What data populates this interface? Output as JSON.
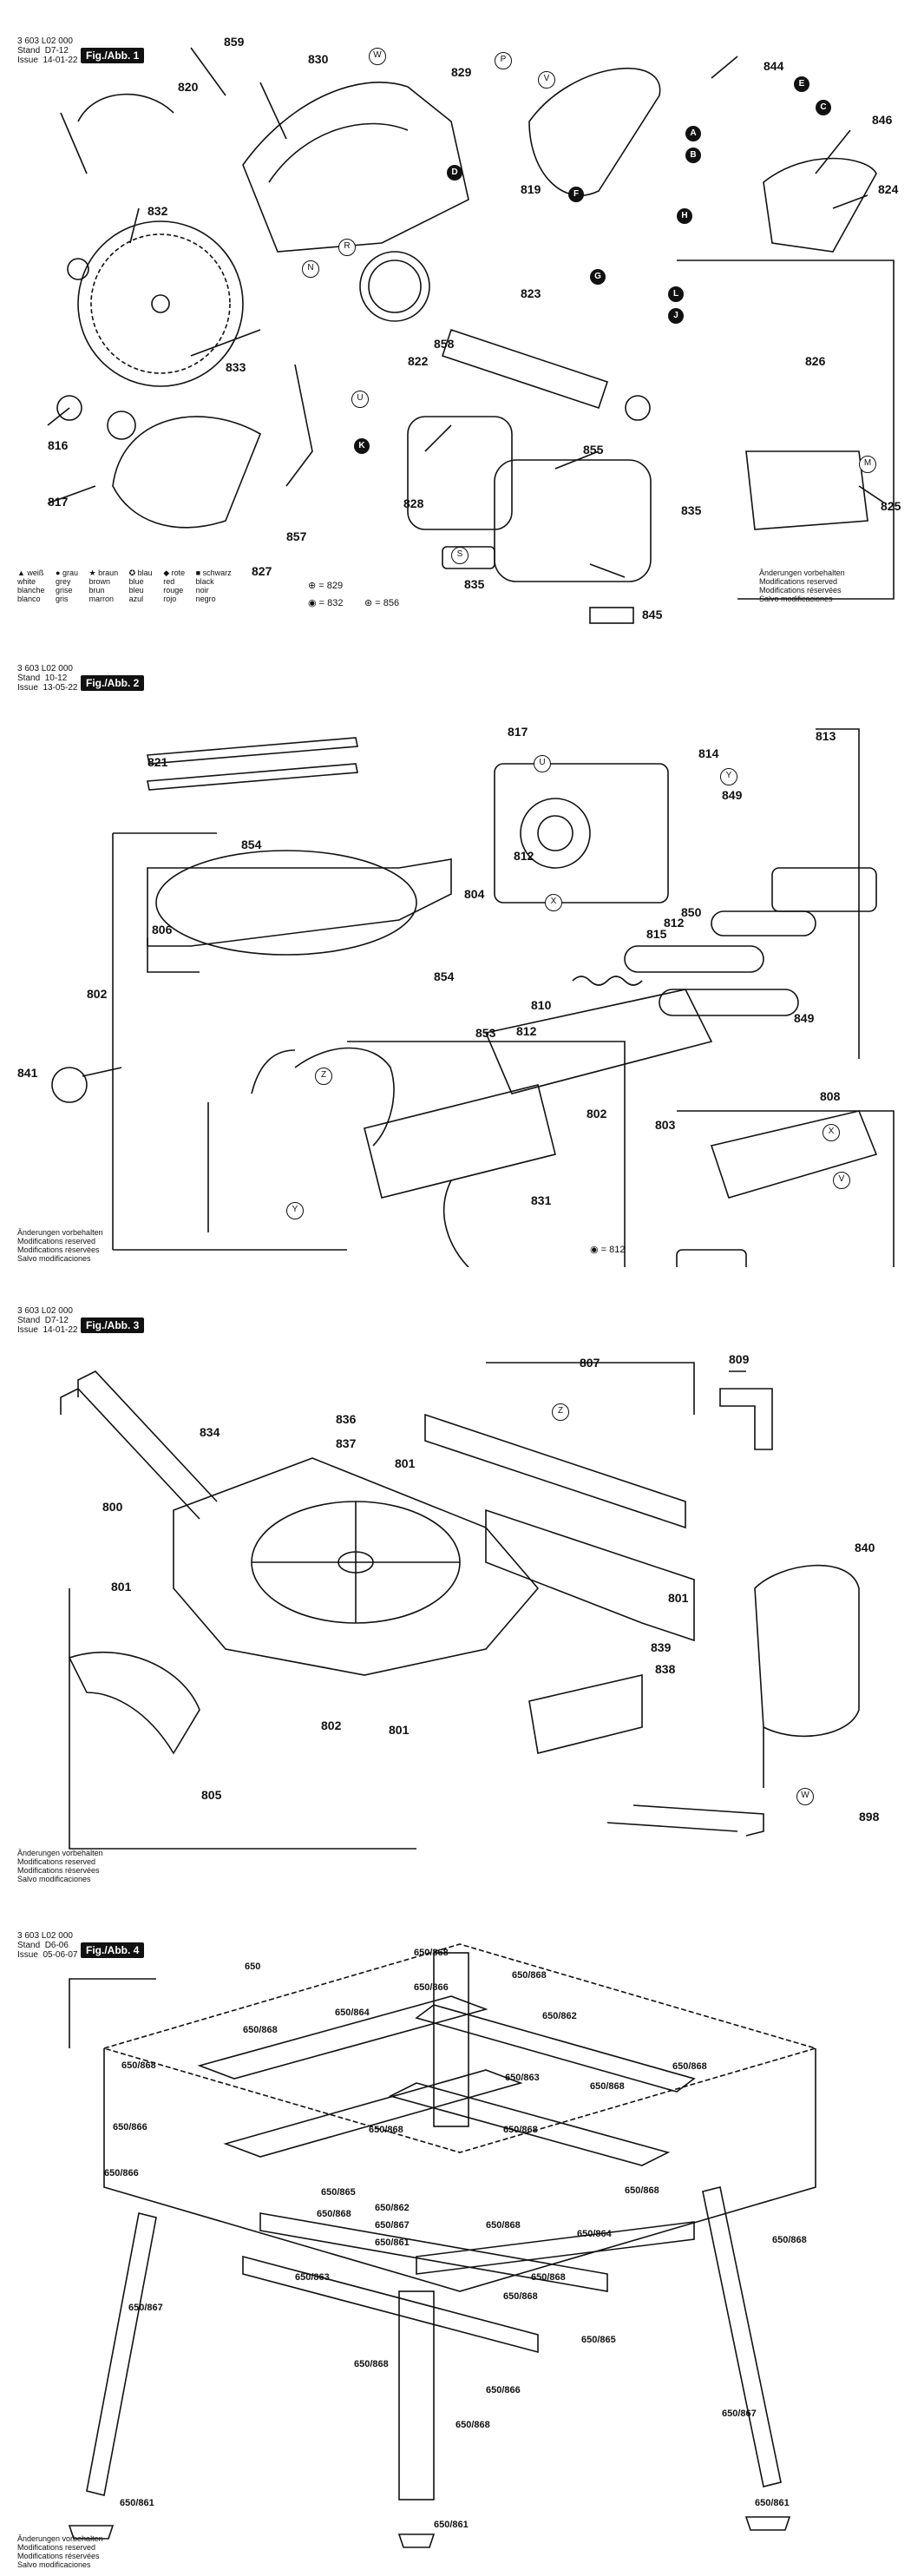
{
  "fig1": {
    "stand": "3 603 L02 000\nStand  D7-12\nIssue  14-01-22",
    "tag": "Fig./Abb. 1",
    "callouts": [
      "859",
      "830",
      "829",
      "820",
      "844",
      "846",
      "824",
      "832",
      "819",
      "823",
      "833",
      "858",
      "822",
      "826",
      "816",
      "817",
      "828",
      "855",
      "835",
      "827",
      "857",
      "825",
      "845",
      "835"
    ],
    "legend": {
      "c1": "▲ weiß\nwhite\nblanche\nblanco",
      "c2": "● grau\ngrey\ngrise\ngris",
      "c3": "★ braun\nbrown\nbrun\nmarron",
      "c4": "✪ blau\nblue\nbleu\nazul",
      "c5": "◆ rote\nred\nrouge\nrojo",
      "c6": "■ schwarz\nblack\nnoir\nnegro",
      "eq1": "⊕ = 829",
      "eq2": "◉ = 832",
      "eq3": "⊛ = 856"
    },
    "mod": "Änderungen vorbehalten\nModifications reserved\nModifications réservées\nSalvo modificaciones"
  },
  "fig2": {
    "stand": "3 603 L02 000\nStand  10-12\nIssue  13-05-22",
    "tag": "Fig./Abb. 2",
    "callouts": [
      "817",
      "814",
      "813",
      "821",
      "849",
      "854",
      "812",
      "804",
      "806",
      "850",
      "815",
      "812",
      "802",
      "854",
      "810",
      "849",
      "853",
      "812",
      "841",
      "808",
      "802",
      "803",
      "831"
    ],
    "eq": "◉ = 812",
    "mod": "Änderungen vorbehalten\nModifications reserved\nModifications réservées\nSalvo modificaciones"
  },
  "fig3": {
    "stand": "3 603 L02 000\nStand  D7-12\nIssue  14-01-22",
    "tag": "Fig./Abb. 3",
    "callouts": [
      "807",
      "809",
      "834",
      "836",
      "837",
      "801",
      "800",
      "840",
      "801",
      "801",
      "839",
      "838",
      "802",
      "801",
      "805",
      "898"
    ],
    "mod": "Änderungen vorbehalten\nModifications reserved\nModifications réservées\nSalvo modificaciones"
  },
  "fig4": {
    "stand": "3 603 L02 000\nStand  D6-06\nIssue  05-06-07",
    "tag": "Fig./Abb. 4",
    "callouts": [
      "650/868",
      "650/868",
      "650",
      "650/866",
      "650/864",
      "650/862",
      "650/868",
      "650/868",
      "650/868",
      "650/863",
      "650/868",
      "650/866",
      "650/868",
      "650/868",
      "650/866",
      "650/865",
      "650/862",
      "650/868",
      "650/868",
      "650/868",
      "650/867",
      "650/864",
      "650/861",
      "650/863",
      "650/868",
      "650/868",
      "650/868",
      "650/865",
      "650/867",
      "650/868",
      "650/866",
      "650/868",
      "650/867",
      "650/861",
      "650/861",
      "650/861"
    ],
    "mod": "Änderungen vorbehalten\nModifications reserved\nModifications réservées\nSalvo modificaciones"
  }
}
